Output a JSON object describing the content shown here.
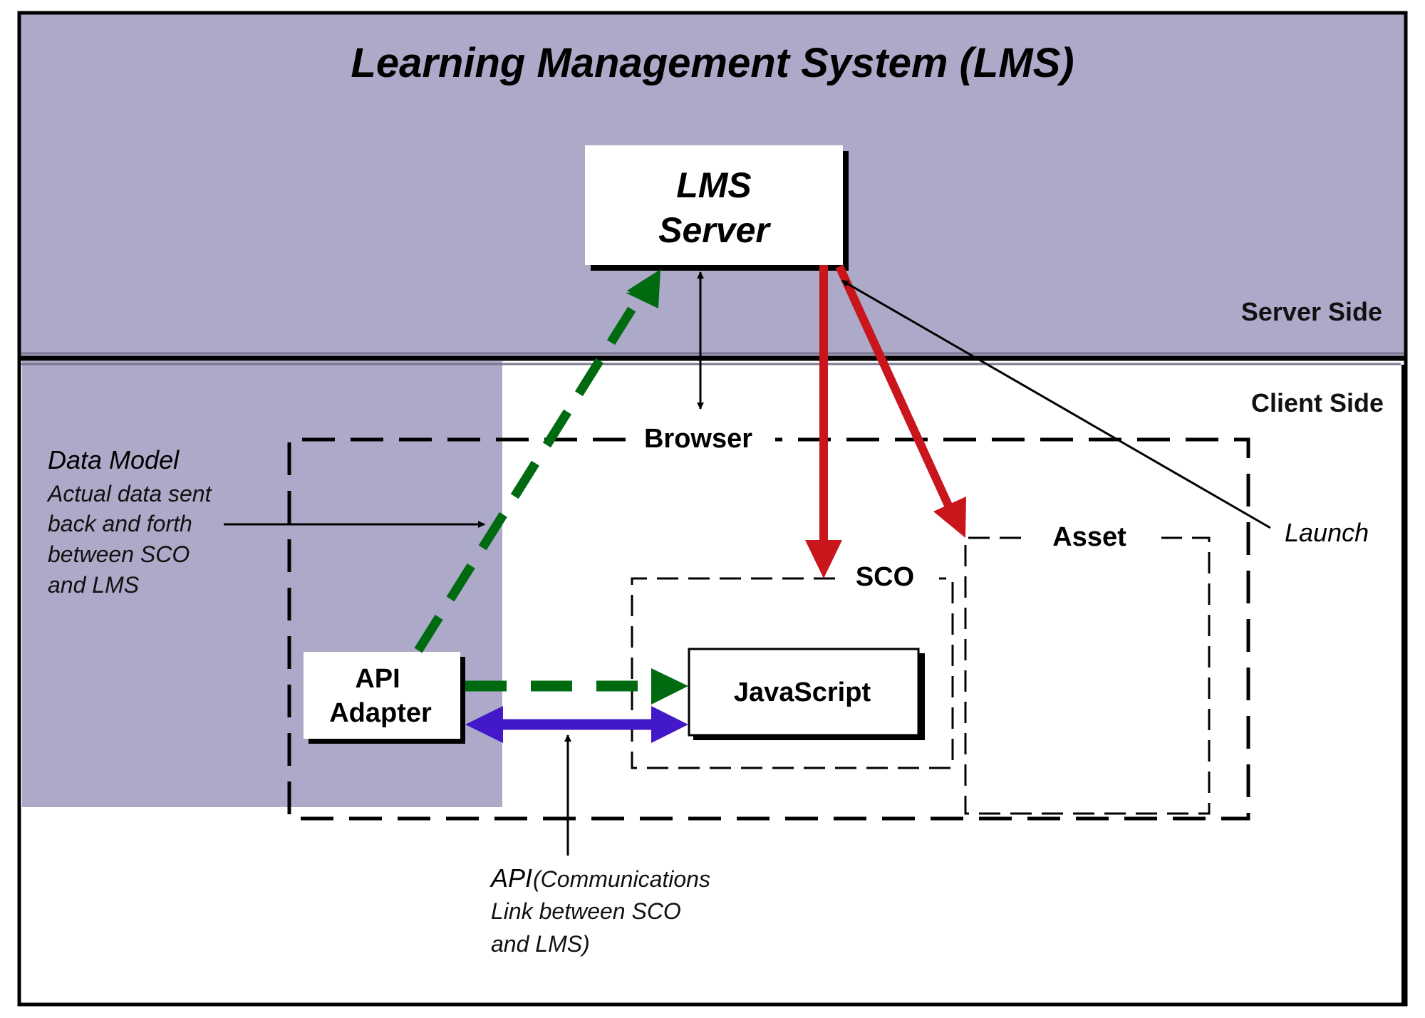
{
  "title": "Learning Management System (LMS)",
  "colors": {
    "server_side_fill": "#ACAAC8",
    "data_flow_green": "#006A10",
    "launch_red": "#C8161C",
    "api_link_blue": "#4318C8",
    "line_black": "#000000"
  },
  "zones": {
    "server_side_label": "Server Side",
    "client_side_label": "Client Side"
  },
  "lms_server": {
    "line1": "LMS",
    "line2": "Server"
  },
  "browser": {
    "label": "Browser"
  },
  "sco": {
    "label": "SCO",
    "javascript_label": "JavaScript"
  },
  "asset": {
    "label": "Asset"
  },
  "api_adapter": {
    "line1": "API",
    "line2": "Adapter"
  },
  "launch": {
    "label": "Launch"
  },
  "data_model_note": {
    "heading": "Data Model",
    "lines": [
      "Actual data sent",
      "back and forth",
      "between SCO",
      "and LMS"
    ]
  },
  "api_note": {
    "heading": "API",
    "line1_rest": "(Communications",
    "line2": "Link between SCO",
    "line3": "and LMS)"
  },
  "connections": [
    {
      "from": "api_adapter",
      "to": "lms_server",
      "style": "dashed",
      "color": "green",
      "meaning": "data model exchange"
    },
    {
      "from": "api_adapter",
      "to": "javascript",
      "style": "dashed",
      "color": "green",
      "meaning": "data model exchange"
    },
    {
      "from": "api_adapter",
      "to": "javascript",
      "style": "solid-bidirectional",
      "color": "blue",
      "meaning": "API communications link"
    },
    {
      "from": "lms_server",
      "to": "sco",
      "style": "solid",
      "color": "red",
      "meaning": "launch"
    },
    {
      "from": "lms_server",
      "to": "asset",
      "style": "solid",
      "color": "red",
      "meaning": "launch"
    },
    {
      "from": "lms_server",
      "to": "browser",
      "style": "thin-bidirectional",
      "color": "black",
      "meaning": "browser connection"
    }
  ]
}
